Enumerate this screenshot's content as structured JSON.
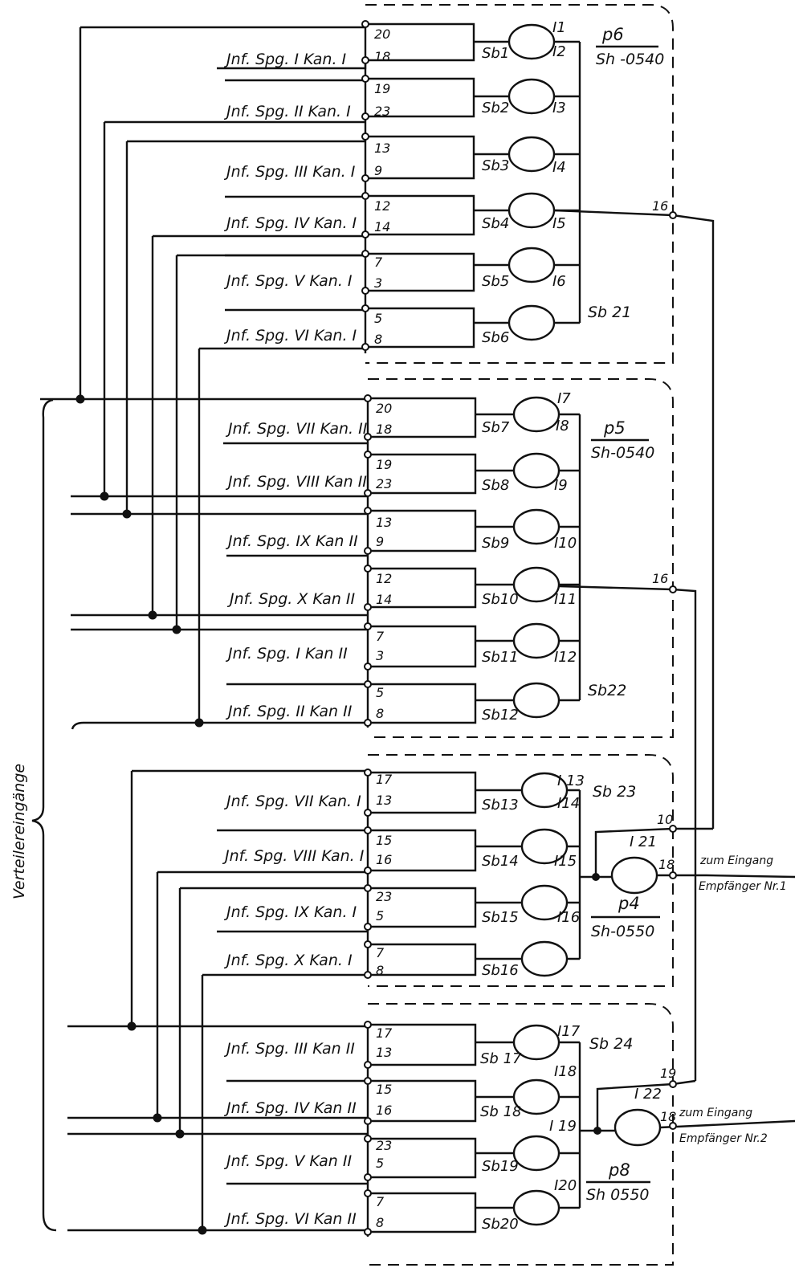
{
  "side_label": "Verteilereingänge",
  "groups": [
    {
      "id": "g1",
      "relay": "p6",
      "type": "Sh -0540",
      "sb_bus": "Sb 21",
      "out_pin": "16",
      "rows": [
        {
          "label": "Jnf. Spg. I Kan. I",
          "pin_top": "20",
          "pin_bot": "18",
          "sb": "Sb1",
          "coil_top": "I1",
          "coil_bot": "I2"
        },
        {
          "label": "Jnf. Spg. II Kan. I",
          "pin_top": "19",
          "pin_bot": "23",
          "sb": "Sb2",
          "coil_top": "",
          "coil_bot": "I3"
        },
        {
          "label": "Jnf. Spg. III Kan. I",
          "pin_top": "13",
          "pin_bot": "9",
          "sb": "Sb3",
          "coil_top": "",
          "coil_bot": "I4"
        },
        {
          "label": "Jnf. Spg. IV Kan. I",
          "pin_top": "12",
          "pin_bot": "14",
          "sb": "Sb4",
          "coil_top": "",
          "coil_bot": "I5"
        },
        {
          "label": "Jnf. Spg. V Kan. I",
          "pin_top": "7",
          "pin_bot": "3",
          "sb": "Sb5",
          "coil_top": "",
          "coil_bot": "I6"
        },
        {
          "label": "Jnf. Spg. VI Kan. I",
          "pin_top": "5",
          "pin_bot": "8",
          "sb": "Sb6",
          "coil_top": "",
          "coil_bot": ""
        }
      ]
    },
    {
      "id": "g2",
      "relay": "p5",
      "type": "Sh-0540",
      "sb_bus": "Sb22",
      "out_pin": "16",
      "rows": [
        {
          "label": "Jnf. Spg. VII Kan. II",
          "pin_top": "20",
          "pin_bot": "18",
          "sb": "Sb7",
          "coil_top": "I7",
          "coil_bot": "I8"
        },
        {
          "label": "Jnf. Spg. VIII Kan II",
          "pin_top": "19",
          "pin_bot": "23",
          "sb": "Sb8",
          "coil_top": "",
          "coil_bot": "I9"
        },
        {
          "label": "Jnf. Spg. IX Kan II",
          "pin_top": "13",
          "pin_bot": "9",
          "sb": "Sb9",
          "coil_top": "",
          "coil_bot": "I10"
        },
        {
          "label": "Jnf. Spg. X Kan II",
          "pin_top": "12",
          "pin_bot": "14",
          "sb": "Sb10",
          "coil_top": "",
          "coil_bot": "I11"
        },
        {
          "label": "Jnf. Spg. I Kan II",
          "pin_top": "7",
          "pin_bot": "3",
          "sb": "Sb11",
          "coil_top": "",
          "coil_bot": "I12"
        },
        {
          "label": "Jnf. Spg. II Kan II",
          "pin_top": "5",
          "pin_bot": "8",
          "sb": "Sb12",
          "coil_top": "",
          "coil_bot": ""
        }
      ]
    },
    {
      "id": "g3",
      "relay": "p4",
      "type": "Sh-0550",
      "sb_bus": "Sb 23",
      "coil": "I 21",
      "pin_a": "10",
      "pin_b": "18",
      "note1": "zum Eingang",
      "note2": "Empfänger Nr.1",
      "rows": [
        {
          "label": "Jnf. Spg. VII Kan. I",
          "pin_top": "17",
          "pin_bot": "13",
          "sb": "Sb13",
          "coil_top": "I 13",
          "coil_bot": "I14"
        },
        {
          "label": "Jnf. Spg. VIII Kan. I",
          "pin_top": "15",
          "pin_bot": "16",
          "sb": "Sb14",
          "coil_top": "",
          "coil_bot": "I15"
        },
        {
          "label": "Jnf. Spg. IX Kan. I",
          "pin_top": "23",
          "pin_bot": "5",
          "sb": "Sb15",
          "coil_top": "",
          "coil_bot": "I16"
        },
        {
          "label": "Jnf. Spg. X Kan. I",
          "pin_top": "7",
          "pin_bot": "8",
          "sb": "Sb16",
          "coil_top": "",
          "coil_bot": ""
        }
      ]
    },
    {
      "id": "g4",
      "relay": "p8",
      "type": "Sh 0550",
      "sb_bus": "Sb 24",
      "coil": "I 22",
      "pin_a": "19",
      "pin_b": "18",
      "note1": "zum Eingang",
      "note2": "Empfänger Nr.2",
      "rows": [
        {
          "label": "Jnf. Spg. III Kan II",
          "pin_top": "17",
          "pin_bot": "13",
          "sb": "Sb 17",
          "coil_top": "I17",
          "coil_bot": "I18"
        },
        {
          "label": "Jnf. Spg. IV Kan II",
          "pin_top": "15",
          "pin_bot": "16",
          "sb": "Sb 18",
          "coil_top": "",
          "coil_bot": "I 19"
        },
        {
          "label": "Jnf. Spg. V Kan II",
          "pin_top": "23",
          "pin_bot": "5",
          "sb": "Sb19",
          "coil_top": "",
          "coil_bot": ""
        },
        {
          "label": "Jnf. Spg. VI Kan II",
          "pin_top": "7",
          "pin_bot": "8",
          "sb": "Sb20",
          "coil_top": "I20",
          "coil_bot": ""
        }
      ]
    }
  ]
}
